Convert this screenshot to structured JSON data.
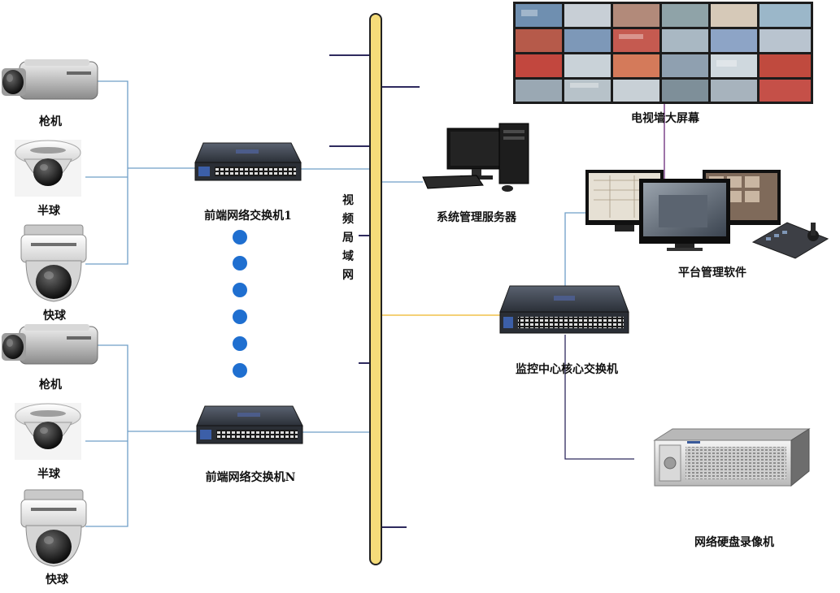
{
  "cameras_top": {
    "bullet": "枪机",
    "dome": "半球",
    "speed_dome": "快球"
  },
  "cameras_bottom": {
    "bullet": "枪机",
    "dome": "半球",
    "speed_dome": "快球"
  },
  "switch_front_1": "前端网络交换机1",
  "switch_front_n": "前端网络交换机N",
  "lan": "视频局域网",
  "tv_wall": "电视墙大屏幕",
  "server": "系统管理服务器",
  "platform": "平台管理软件",
  "core_switch": "监控中心核心交换机",
  "nvr": "网络硬盘录像机",
  "colors": {
    "bus_fill": "#f5dc7a",
    "bus_stroke": "#222222",
    "cable_blue": "#6f9fc8",
    "cable_dark": "#2e2a5e",
    "cable_yellow": "#f0c24a",
    "dot_blue": "#1f6fd0"
  }
}
